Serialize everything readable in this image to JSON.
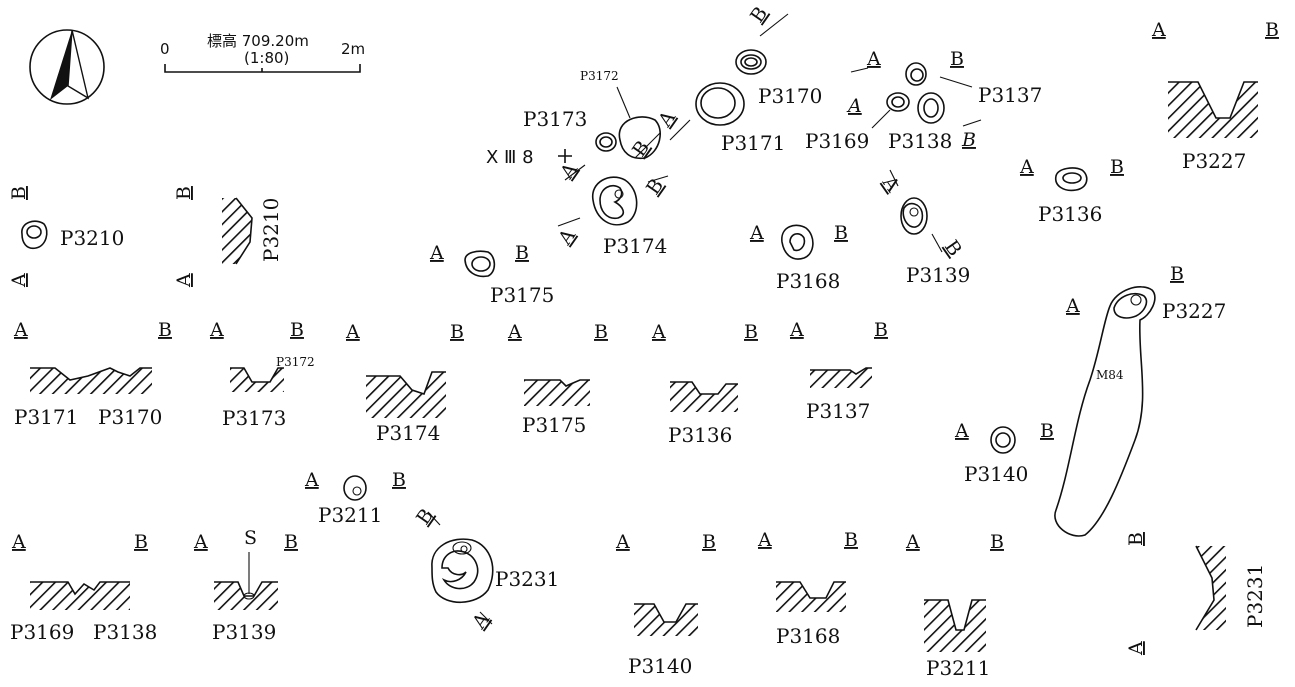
{
  "scale": {
    "zero": "0",
    "max": "2m",
    "elevation": "標高 709.20m",
    "ratio": "(1:80)"
  },
  "grid_label": "X Ⅲ 8",
  "section_marks": {
    "a": "A",
    "b": "B",
    "s": "S"
  },
  "plans": {
    "p3170": "P3170",
    "p3172": "P3172",
    "p3173": "P3173",
    "p3171": "P3171",
    "p3137": "P3137",
    "p3169": "P3169",
    "p3138": "P3138",
    "p3174": "P3174",
    "p3175": "P3175",
    "p3168": "P3168",
    "p3139": "P3139",
    "p3136": "P3136",
    "p3227": "P3227",
    "p3210": "P3210",
    "p3140": "P3140",
    "p3211": "P3211",
    "p3231": "P3231",
    "m84": "M84"
  },
  "sections": {
    "s3227": "P3227",
    "s3210": "P3210",
    "s3171": "P3171",
    "s3170": "P3170",
    "s3172": "P3172",
    "s3173": "P3173",
    "s3174": "P3174",
    "s3175": "P3175",
    "s3136": "P3136",
    "s3137": "P3137",
    "s3169": "P3169",
    "s3138": "P3138",
    "s3139": "P3139",
    "s3140": "P3140",
    "s3168": "P3168",
    "s3211": "P3211",
    "s3231": "P3231"
  }
}
